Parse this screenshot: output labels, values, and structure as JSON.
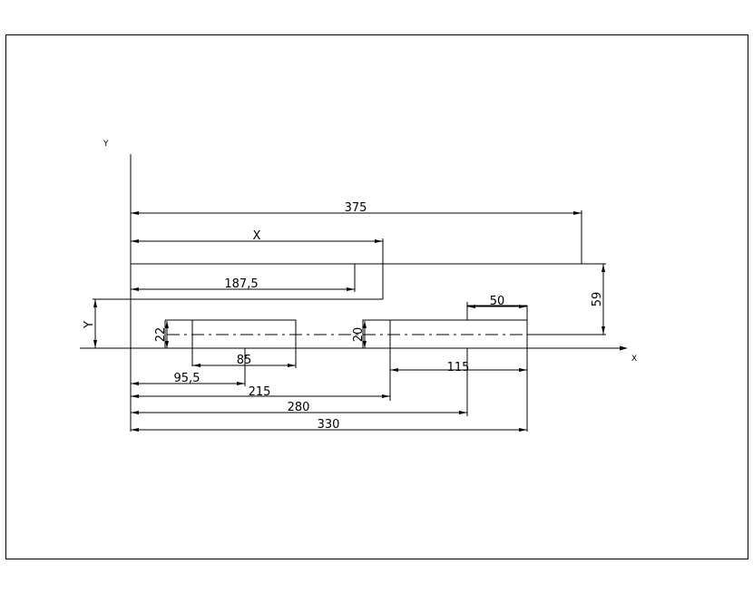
{
  "axes": {
    "y_label": "Y",
    "x_label": "X"
  },
  "dimensions": {
    "d375": "375",
    "dX": "X",
    "d187_5": "187,5",
    "dY": "Y",
    "d50": "50",
    "d59": "59",
    "d22": "22",
    "d20": "20",
    "d85": "85",
    "d95_5": "95,5",
    "d115": "115",
    "d215": "215",
    "d280": "280",
    "d330": "330"
  }
}
